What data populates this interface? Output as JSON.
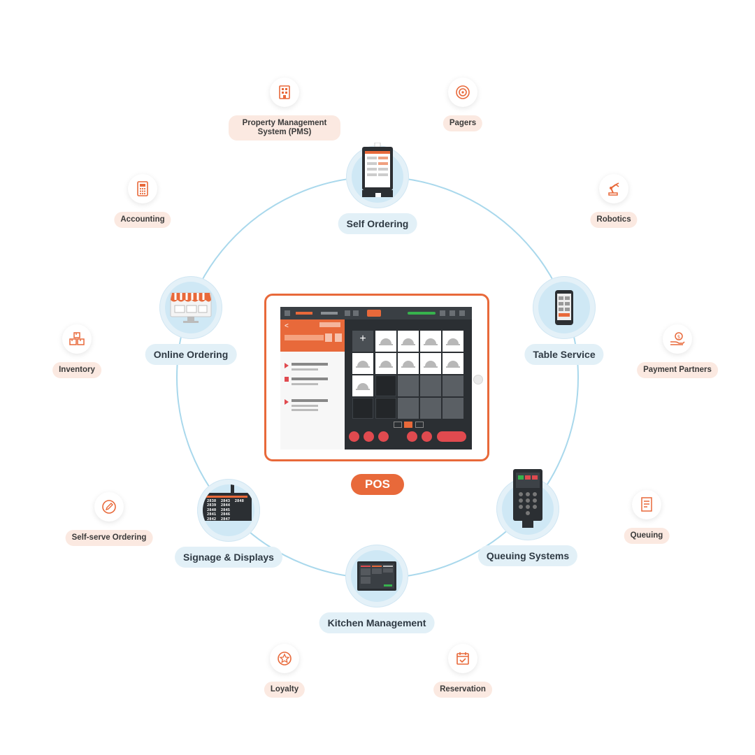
{
  "center": {
    "label": "POS"
  },
  "colors": {
    "brand": "#e8693a",
    "ring": "#a9d8ec",
    "node_bg": "#e2f0f7",
    "satellite_bg": "#fbe9e1",
    "text": "#2f3a44"
  },
  "nodes": [
    {
      "id": "self-ordering",
      "label": "Self Ordering",
      "icon": "kiosk-icon"
    },
    {
      "id": "table-service",
      "label": "Table Service",
      "icon": "smartphone-icon"
    },
    {
      "id": "queuing-systems",
      "label": "Queuing Systems",
      "icon": "ticket-terminal-icon"
    },
    {
      "id": "kitchen-management",
      "label": "Kitchen Management",
      "icon": "kitchen-display-icon"
    },
    {
      "id": "signage-displays",
      "label": "Signage & Displays",
      "icon": "signage-display-icon"
    },
    {
      "id": "online-ordering",
      "label": "Online Ordering",
      "icon": "storefront-icon"
    }
  ],
  "satellites": [
    {
      "id": "pms",
      "label": "Property Management System (PMS)",
      "icon": "building-icon"
    },
    {
      "id": "pagers",
      "label": "Pagers",
      "icon": "pager-icon"
    },
    {
      "id": "robotics",
      "label": "Robotics",
      "icon": "robot-arm-icon"
    },
    {
      "id": "payment-partners",
      "label": "Payment Partners",
      "icon": "payment-hand-icon"
    },
    {
      "id": "queuing",
      "label": "Queuing",
      "icon": "receipt-icon"
    },
    {
      "id": "reservation",
      "label": "Reservation",
      "icon": "calendar-check-icon"
    },
    {
      "id": "loyalty",
      "label": "Loyalty",
      "icon": "star-badge-icon"
    },
    {
      "id": "self-serve-ordering",
      "label": "Self-serve Ordering",
      "icon": "pencil-icon"
    },
    {
      "id": "inventory",
      "label": "Inventory",
      "icon": "boxes-icon"
    },
    {
      "id": "accounting",
      "label": "Accounting",
      "icon": "calculator-icon"
    }
  ],
  "signage_numbers": [
    "2838",
    "2843",
    "2848",
    "2839",
    "2844",
    "2840",
    "2845",
    "2841",
    "2846",
    "2842",
    "2847"
  ]
}
